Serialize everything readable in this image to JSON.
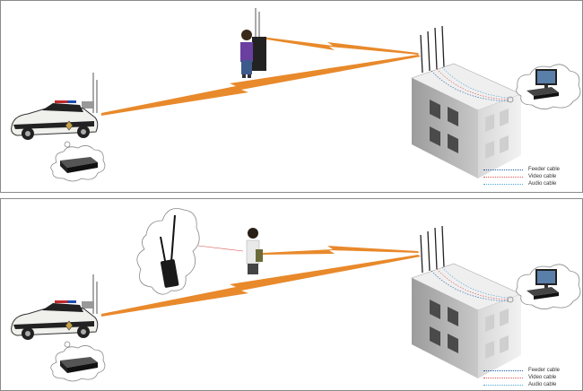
{
  "legend": {
    "items": [
      {
        "label": "Feeder cable",
        "color": "#1a5aa0"
      },
      {
        "label": "Video cable",
        "color": "#d9534f"
      },
      {
        "label": "Audio cable",
        "color": "#4aa3d8"
      }
    ]
  },
  "colors": {
    "wireless_link": "#e8892b",
    "building_face": "#b8b8b8",
    "building_side": "#e6e6e6",
    "cloud_outline": "#888888"
  },
  "icons": [
    "police-car-icon",
    "receiver-box-icon",
    "backpack-person-icon",
    "antenna-icon",
    "building-icon",
    "monitor-icon",
    "cloud-icon",
    "handheld-radio-icon"
  ]
}
